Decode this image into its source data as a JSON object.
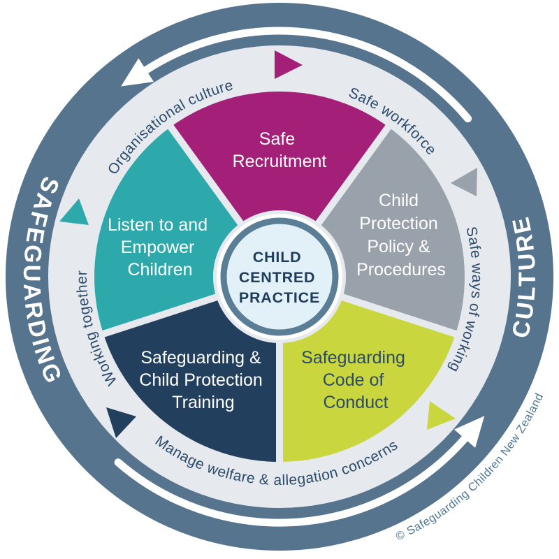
{
  "diagram": {
    "name": "child-centred-practice-wheel",
    "centre": {
      "lines": [
        "CHILD",
        "CENTRED",
        "PRACTICE"
      ]
    },
    "segments": [
      {
        "id": "safe-recruitment",
        "label": "Safe Recruitment",
        "lines": [
          "Safe",
          "Recruitment"
        ],
        "color": "#a42078",
        "text_color": "#ffffff"
      },
      {
        "id": "child-protection-policy-procedures",
        "label": "Child Protection Policy & Procedures",
        "lines": [
          "Child",
          "Protection",
          "Policy &",
          "Procedures"
        ],
        "color": "#99a2aa",
        "text_color": "#ffffff"
      },
      {
        "id": "safeguarding-code-of-conduct",
        "label": "Safeguarding Code of Conduct",
        "lines": [
          "Safeguarding",
          "Code of",
          "Conduct"
        ],
        "color": "#c9d63e",
        "text_color": "#2c4b6b"
      },
      {
        "id": "safeguarding-child-protection-training",
        "label": "Safeguarding & Child Protection Training",
        "lines": [
          "Safeguarding &",
          "Child Protection",
          "Training"
        ],
        "color": "#223f5d",
        "text_color": "#ffffff"
      },
      {
        "id": "listen-to-and-empower-children",
        "label": "Listen to and Empower Children",
        "lines": [
          "Listen to and",
          "Empower",
          "Children"
        ],
        "color": "#2da9ab",
        "text_color": "#ffffff"
      }
    ],
    "ring_labels": [
      {
        "id": "organisational-culture",
        "text": "Organisational culture"
      },
      {
        "id": "safe-workforce",
        "text": "Safe workforce"
      },
      {
        "id": "safe-ways-of-working",
        "text": "Safe ways of working"
      },
      {
        "id": "manage-welfare-allegation-concerns",
        "text": "Manage welfare & allegation concerns"
      },
      {
        "id": "working-together",
        "text": "Working together"
      }
    ],
    "outer_ring": {
      "word_left": "SAFEGUARDING",
      "word_right": "CULTURE",
      "arrow_direction": "counterclockwise"
    },
    "copyright": "© Safeguarding Children New Zealand",
    "colors": {
      "outer_ring": "#56748e",
      "inner_ring": "#e6e9ee",
      "magenta": "#a42078",
      "gray": "#99a2aa",
      "lime": "#c9d63e",
      "navy": "#223f5d",
      "teal": "#2da9ab",
      "centre_fill": "#e2f1f7",
      "centre_border": "#5b7e97",
      "ring_label_text": "#2c4b6b",
      "centre_text": "#1e3c5c",
      "copyright_text": "#4f7896",
      "arrows": "#ffffff"
    }
  }
}
